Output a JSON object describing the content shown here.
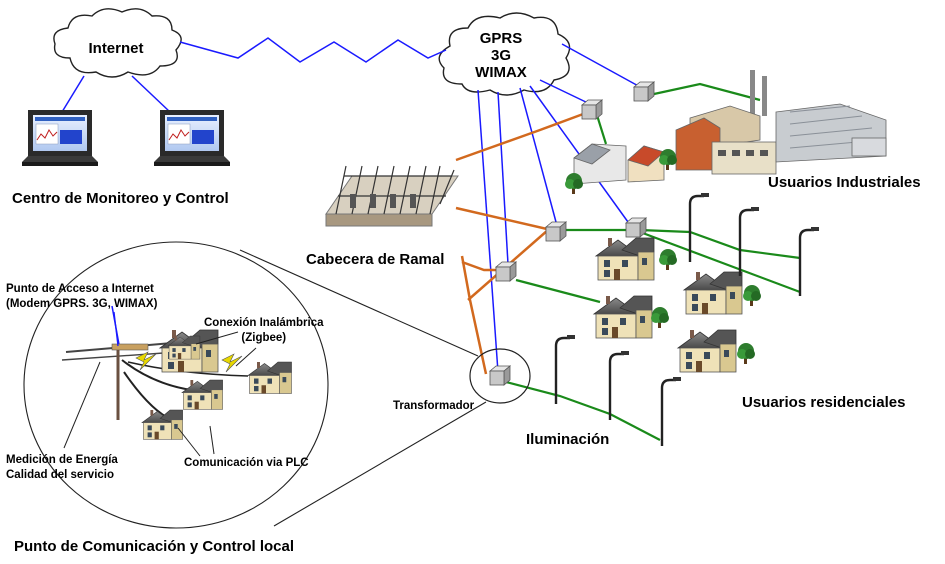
{
  "clouds": {
    "internet": "Internet",
    "wireless_line1": "GPRS",
    "wireless_line2": "3G",
    "wireless_line3": "WIMAX"
  },
  "labels": {
    "monitoring_center": "Centro de Monitoreo y Control",
    "branch_header": "Cabecera de Ramal",
    "industrial_users": "Usuarios Industriales",
    "residential_users": "Usuarios residenciales",
    "lighting": "Iluminación",
    "transformer": "Transformador",
    "local_point": "Punto de Comunicación y Control local"
  },
  "detail": {
    "access_point_line1": "Punto de Acceso a Internet",
    "access_point_line2": "(Modem GPRS. 3G, WIMAX)",
    "wireless_line1": "Conexión Inalámbrica",
    "wireless_line2": "(Zigbee)",
    "energy_line1": "Medición de Energía",
    "energy_line2": "Calidad del servicio",
    "plc": "Comunicación via PLC"
  },
  "colors": {
    "wireless_link": "#1a1aff",
    "power_line_medium": "#d2691e",
    "power_line_low": "#1a8a1a",
    "module": "#c0c0c0"
  }
}
